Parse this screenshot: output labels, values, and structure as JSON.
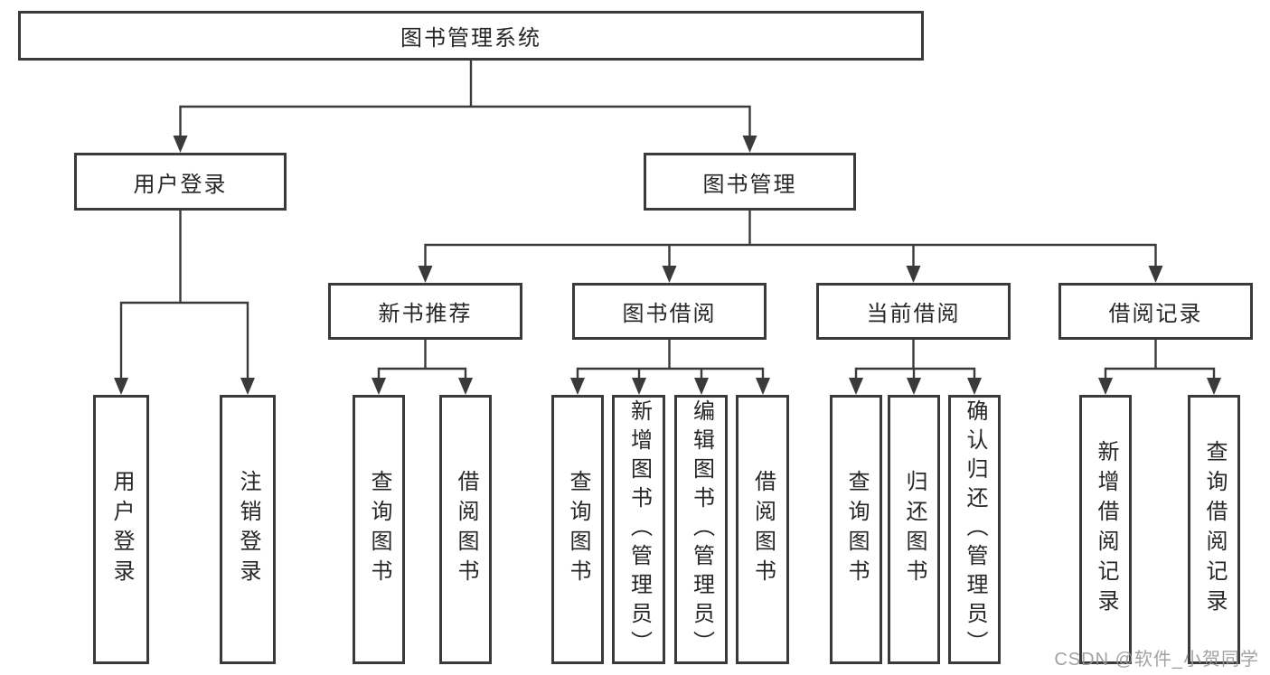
{
  "tree": {
    "root": "图书管理系统",
    "children": [
      {
        "label": "用户登录",
        "children": [
          "用户登录",
          "注销登录"
        ]
      },
      {
        "label": "图书管理",
        "children": [
          {
            "label": "新书推荐",
            "children": [
              "查询图书",
              "借阅图书"
            ]
          },
          {
            "label": "图书借阅",
            "children": [
              "查询图书",
              "新增图书（管理员）",
              "编辑图书（管理员）",
              "借阅图书"
            ]
          },
          {
            "label": "当前借阅",
            "children": [
              "查询图书",
              "归还图书",
              "确认归还（管理员）"
            ]
          },
          {
            "label": "借阅记录",
            "children": [
              "新增借阅记录",
              "查询借阅记录"
            ]
          }
        ]
      }
    ]
  },
  "watermark": {
    "text": "CSDN @软件_小贺同学"
  },
  "colors": {
    "line": "#3a3a3a",
    "text": "#262626",
    "watermark": "#989898",
    "background": "#ffffff"
  }
}
